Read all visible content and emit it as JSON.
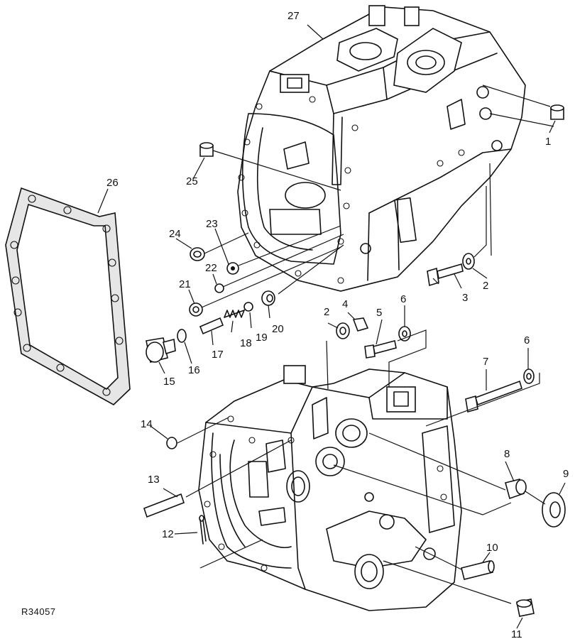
{
  "figure_code": "R34057",
  "callouts": {
    "c1": "1",
    "c2a": "2",
    "c2b": "2",
    "c3": "3",
    "c4": "4",
    "c5": "5",
    "c6a": "6",
    "c6b": "6",
    "c7": "7",
    "c8": "8",
    "c9": "9",
    "c10": "10",
    "c11": "11",
    "c12": "12",
    "c13": "13",
    "c14": "14",
    "c15": "15",
    "c16": "16",
    "c17": "17",
    "c18": "18",
    "c19": "19",
    "c20": "20",
    "c21": "21",
    "c22": "22",
    "c23": "23",
    "c24": "24",
    "c25": "25",
    "c26": "26",
    "c27": "27"
  }
}
